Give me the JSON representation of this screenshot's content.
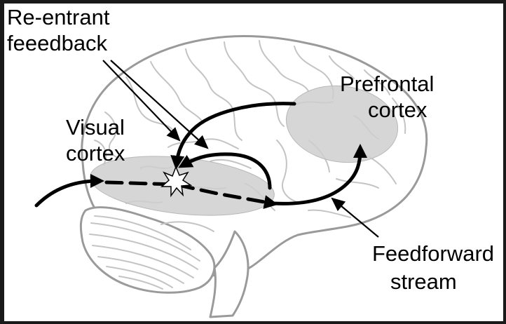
{
  "labels": {
    "reentrant_line1": "Re-entrant",
    "reentrant_line2": "feeedback",
    "visual_line1": "Visual",
    "visual_line2": "cortex",
    "prefrontal_line1": "Prefrontal",
    "prefrontal_line2": "cortex",
    "feedforward_line1": "Feedforward",
    "feedforward_line2": "stream"
  },
  "colors": {
    "region_fill": "#cfcfcf",
    "arrow": "#000000",
    "brain_lines": "#c4c4c4",
    "frame": "#1a1a1a"
  },
  "icons": {
    "ignition": "star-burst-icon"
  }
}
